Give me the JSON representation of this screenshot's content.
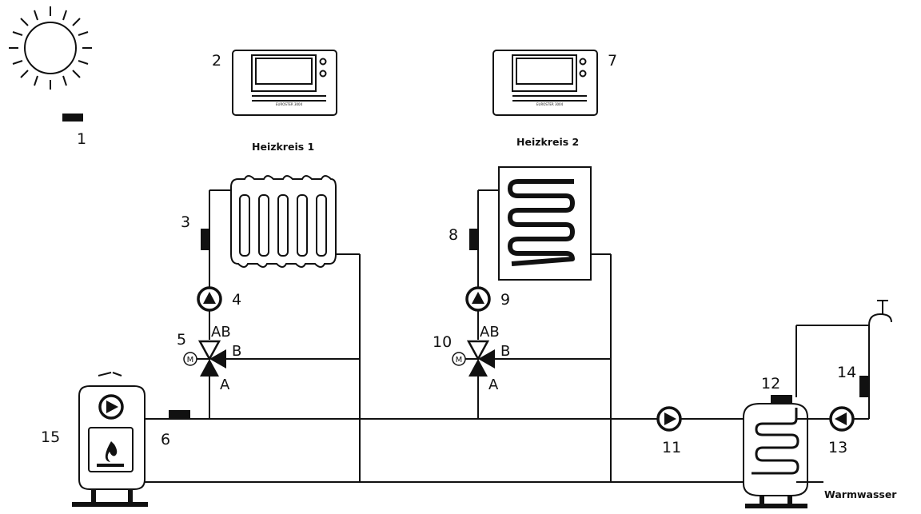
{
  "labels": {
    "heating_circuit_1": "Heizkreis 1",
    "heating_circuit_2": "Heizkreis 2",
    "hot_water": "Warmwasser"
  },
  "numbers": {
    "n1": "1",
    "n2": "2",
    "n3": "3",
    "n4": "4",
    "n5": "5",
    "n6": "6",
    "n7": "7",
    "n8": "8",
    "n9": "9",
    "n10": "10",
    "n11": "11",
    "n12": "12",
    "n13": "13",
    "n14": "14",
    "n15": "15"
  },
  "valve_ports": {
    "ab": "AB",
    "b": "B",
    "a": "A"
  },
  "motor_symbol": "M",
  "controller_brand": "EUROSTER 3004",
  "colors": {
    "line": "#111111",
    "background": "#ffffff"
  }
}
